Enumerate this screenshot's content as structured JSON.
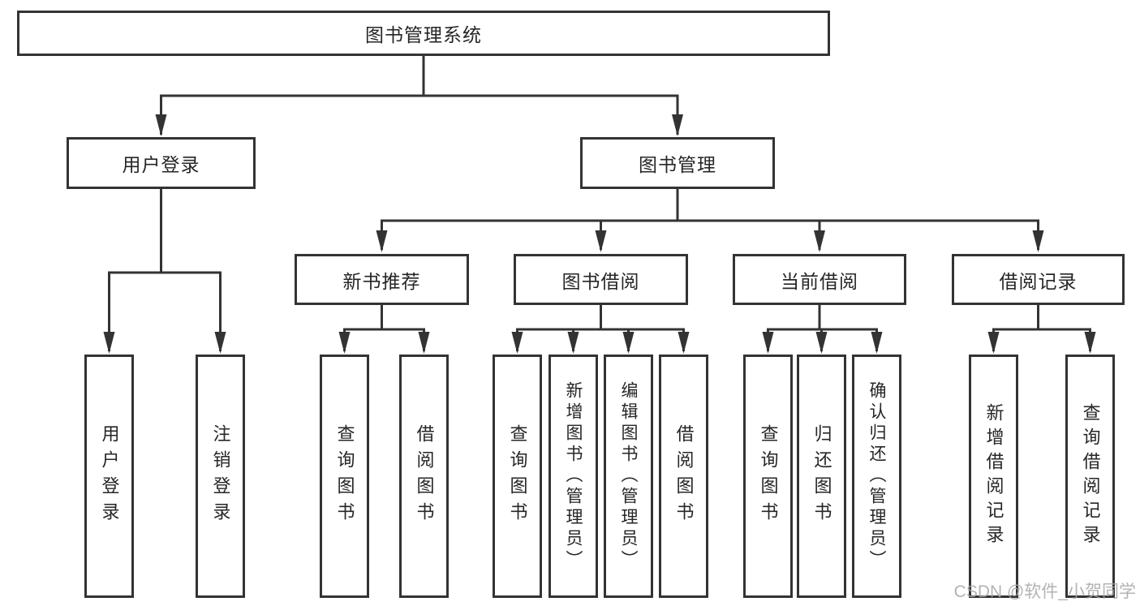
{
  "diagram": {
    "type": "tree",
    "root": {
      "label": "图书管理系统"
    },
    "branches": [
      {
        "label": "用户登录",
        "children": [
          {
            "label": "用户登录"
          },
          {
            "label": "注销登录"
          }
        ]
      },
      {
        "label": "图书管理",
        "children": [
          {
            "label": "新书推荐",
            "children": [
              {
                "label": "查询图书"
              },
              {
                "label": "借阅图书"
              }
            ]
          },
          {
            "label": "图书借阅",
            "children": [
              {
                "label": "查询图书"
              },
              {
                "label": "新增图书（管理员）"
              },
              {
                "label": "编辑图书（管理员）"
              },
              {
                "label": "借阅图书"
              }
            ]
          },
          {
            "label": "当前借阅",
            "children": [
              {
                "label": "查询图书"
              },
              {
                "label": "归还图书"
              },
              {
                "label": "确认归还（管理员）"
              }
            ]
          },
          {
            "label": "借阅记录",
            "children": [
              {
                "label": "新增借阅记录"
              },
              {
                "label": "查询借阅记录"
              }
            ]
          }
        ]
      }
    ]
  },
  "watermark": "CSDN @软件_小贺同学",
  "colors": {
    "line": "#333333",
    "box_border": "#333333",
    "box_fill": "#ffffff",
    "text": "#262626",
    "watermark": "#a6a6a6"
  }
}
